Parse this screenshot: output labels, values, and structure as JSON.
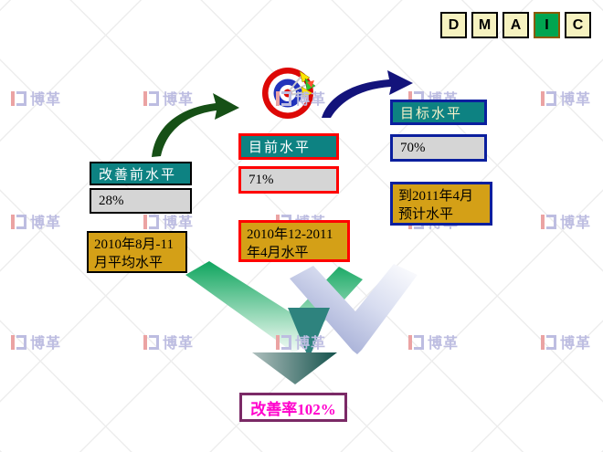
{
  "slide": {
    "background": "#ffffff"
  },
  "dmaic": {
    "letters": [
      "D",
      "M",
      "A",
      "I",
      "C"
    ],
    "active_letter": "I",
    "box_color": "#f6f2c0",
    "active_color": "#00a550"
  },
  "stages": {
    "before": {
      "header": "改善前水平",
      "value": "28%",
      "period_line1": "2010年8月-11",
      "period_line2": "月平均水平",
      "border_color": "#000000"
    },
    "current": {
      "header": "目前水平",
      "value": "71%",
      "period_line1": "2010年12-2011",
      "period_line2": "年4月水平",
      "border_color": "#ff0000"
    },
    "target": {
      "header": "目标水平",
      "value": "70%",
      "period_line1": "到2011年4月",
      "period_line2": "预计水平",
      "border_color": "#0b1f9e"
    }
  },
  "result": {
    "label": "改善率102%",
    "text_color": "#ff00cc",
    "border_color": "#7b2a66"
  },
  "watermark": {
    "text": "博革"
  },
  "icons": {
    "dartboard": "dartboard-target-icon",
    "green_arrow": "curved-arrow-green-icon",
    "blue_arrow": "curved-arrow-blue-icon",
    "merge_arrows": "converging-arrows-down-icon"
  },
  "colors": {
    "header_fill": "#0d8282",
    "value_fill": "#d5d5d5",
    "period_fill": "#d4a017",
    "green_arrow": "#165016",
    "blue_arrow": "#13137b",
    "arrowhead_dark": "#14524c"
  }
}
